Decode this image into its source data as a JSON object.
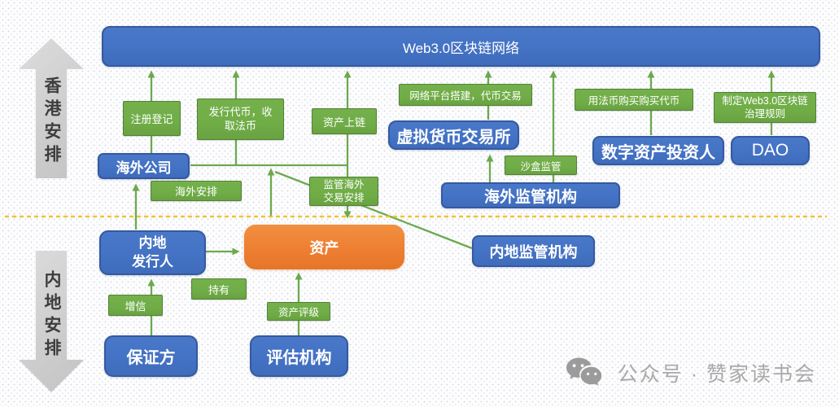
{
  "banner": {
    "label": "Web3.0区块链网络"
  },
  "side_arrows": {
    "hong_kong": "香港安排",
    "mainland": "内地安排"
  },
  "nodes": {
    "overseas_company": "海外公司",
    "crypto_exchange": "虚拟货币交易所",
    "digital_asset_investor": "数字资产投资人",
    "dao": "DAO",
    "overseas_regulator": "海外监管机构",
    "mainland_issuer": "内地\n发行人",
    "asset": "资产",
    "mainland_regulator": "内地监管机构",
    "guarantor": "保证方",
    "rating_agency": "评估机构"
  },
  "edge_labels": {
    "registration": "注册登记",
    "issue_tokens": "发行代币，收\n取法币",
    "asset_onchain": "资产上链",
    "platform_token_trading": "网络平台搭建，代币交易",
    "buy_tokens_with_fiat": "用法币购买购买代币",
    "governance_rules": "制定Web3.0区块链\n治理规则",
    "sandbox_regulation": "沙盒监管",
    "overseas_arrangement": "海外安排",
    "regulate_overseas_trading": "监管海外\n交易安排",
    "credit_enhancement": "增信",
    "holding": "持有",
    "asset_rating": "资产评级"
  },
  "watermark": {
    "icon": "wechat-icon",
    "text": "公众号 · 赞家读书会"
  },
  "colors": {
    "node_blue": "#4472C4",
    "label_green": "#70AD47",
    "asset_orange": "#ED7D31",
    "connector_green": "#6CA94E",
    "divider_yellow": "#F1C232",
    "side_arrow_gray": "#CCCCCC"
  }
}
